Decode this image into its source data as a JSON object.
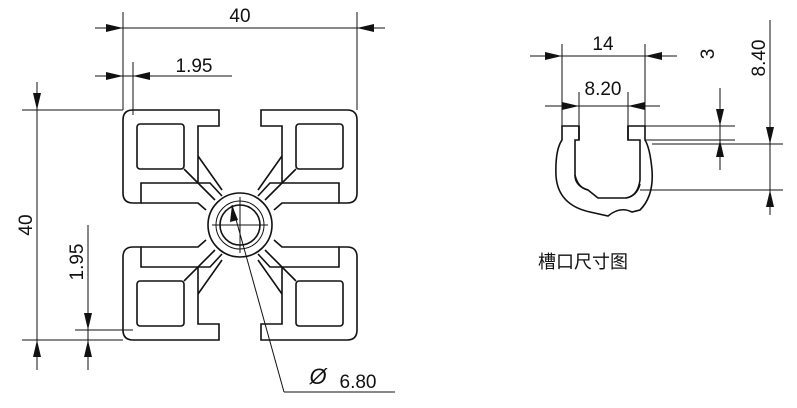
{
  "profile_view": {
    "width_dim": "40",
    "height_dim": "40",
    "wall_top_dim": "1.95",
    "wall_side_dim": "1.95",
    "center_bore_symbol": "Ø",
    "center_bore_dim": "6.80"
  },
  "slot_view": {
    "outer_width_dim": "14",
    "opening_width_dim": "8.20",
    "lip_thickness_dim": "3",
    "slot_depth_dim": "8.40",
    "caption": "槽口尺寸图"
  }
}
